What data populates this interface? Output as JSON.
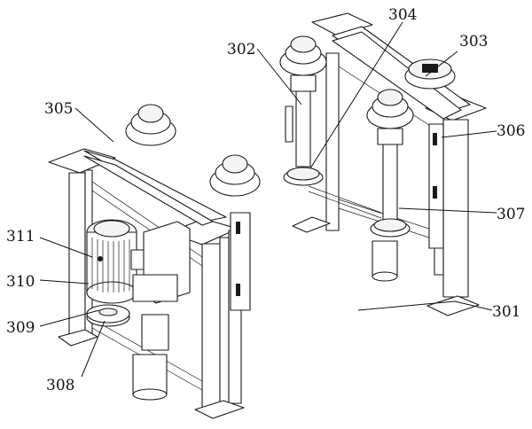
{
  "callouts": {
    "c301": "301",
    "c302": "302",
    "c303": "303",
    "c304": "304",
    "c305": "305",
    "c306": "306",
    "c307": "307",
    "c308": "308",
    "c309": "309",
    "c310": "310",
    "c311": "311"
  }
}
